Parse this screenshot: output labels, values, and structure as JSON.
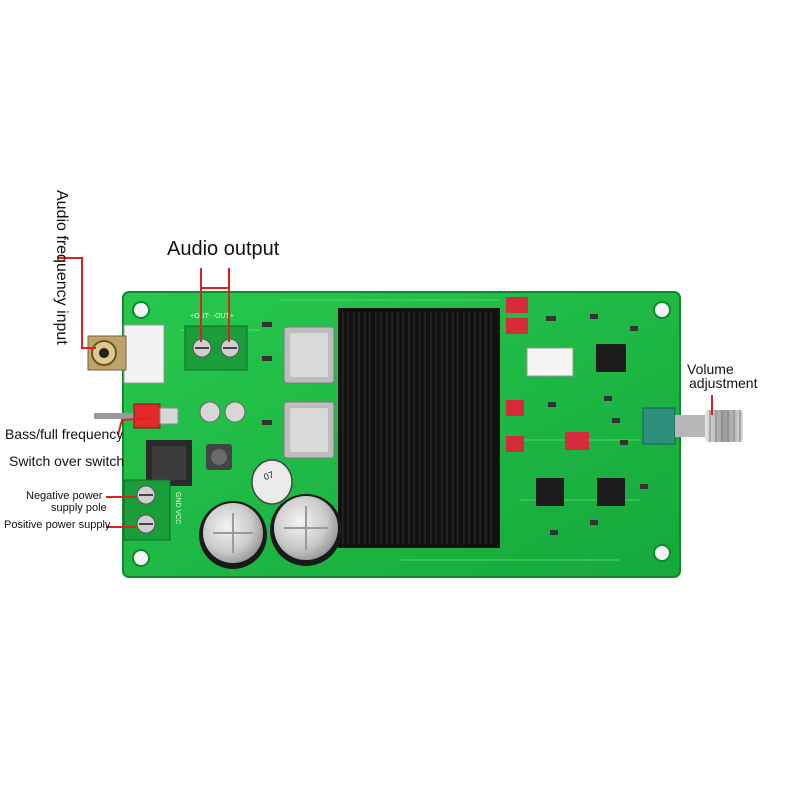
{
  "labels": {
    "audio_output": "Audio output",
    "audio_input": "Audio frequency input",
    "bass_full": "Bass/full frequency",
    "switch_over": "Switch over switch",
    "neg_power_1": "Negative power",
    "neg_power_2": "supply pole",
    "pos_power": "Positive power supply",
    "volume_1": "Volume",
    "volume_2": "adjustment"
  },
  "pcb_marks": {
    "speaker_terminal": "+OUT- -OUT+",
    "power_terminal": "GND VCC",
    "capacitor_value": "07"
  },
  "colors": {
    "pcb_green": "#1fbf45",
    "pcb_dark": "#0f8a2e",
    "callout_red": "#e02020",
    "heatsink": "#1b1b1b",
    "terminal_green": "#1a9e3a",
    "capacitor_red": "#d62b3a"
  }
}
